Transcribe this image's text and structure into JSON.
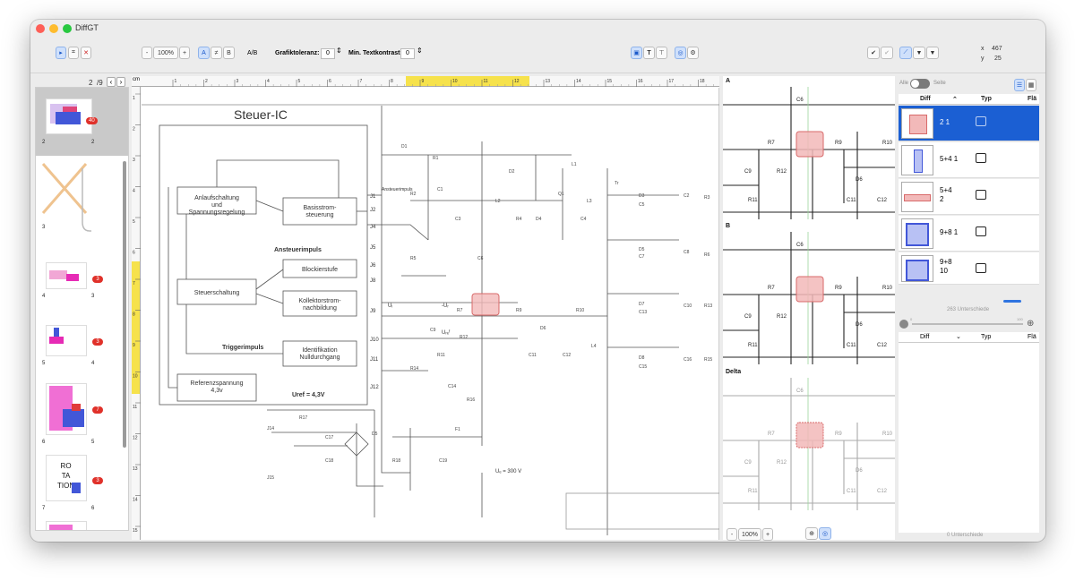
{
  "window": {
    "title": "DiffGT"
  },
  "toolbar": {
    "zoom_minus": "-",
    "zoom_value": "100%",
    "zoom_plus": "+",
    "view_a": "A",
    "view_neq": "≠",
    "view_b": "B",
    "view_ab": "A/B",
    "graphic_tol_label": "Grafiktoleranz:",
    "graphic_tol_value": "0",
    "text_contrast_label": "Min. Textkontrast",
    "text_contrast_value": "0",
    "x_label": "x",
    "x_value": "467",
    "y_label": "y",
    "y_value": "25"
  },
  "thumbs": {
    "page_current": "2",
    "page_total": "/9",
    "rotation_text": "RO\nTA\nTION",
    "pages": [
      {
        "left": "2",
        "right": "2",
        "badge": "40"
      },
      {
        "left": "3",
        "right": "",
        "badge": ""
      },
      {
        "left": "4",
        "right": "3",
        "badge": "3"
      },
      {
        "left": "5",
        "right": "4",
        "badge": "3"
      },
      {
        "left": "6",
        "right": "5",
        "badge": "7"
      },
      {
        "left": "7",
        "right": "6",
        "badge": "3"
      }
    ]
  },
  "ruler": {
    "unit": "cm",
    "ticks": [
      "1",
      "2",
      "3",
      "4",
      "5",
      "6",
      "7",
      "8",
      "9",
      "10",
      "11",
      "12",
      "13",
      "14",
      "15",
      "16",
      "17",
      "18"
    ]
  },
  "schematic": {
    "title": "Steuer-IC",
    "blocks": {
      "anlauf": "Anlaufschaltung\nund\nSpannungsregelung",
      "basis": "Basisstrom-\nsteuerung",
      "ansteuerimpuls": "Ansteuerimpuls",
      "blockier": "Blockierstufe",
      "steuer": "Steuerschaltung",
      "kollektor": "Kollektorstrom-\nnachbildung",
      "trigger": "Triggerimpuls",
      "ident": "Identifikation\nNulldurchgang",
      "referenz": "Referenzspannung\n4,3v",
      "uref": "Uref = 4,3V"
    },
    "pins": [
      "J1",
      "J2",
      "J4",
      "J5",
      "J6",
      "J8",
      "J9",
      "J10",
      "J11",
      "J12"
    ],
    "parts": [
      "D1",
      "R1",
      "D2",
      "L1",
      "C1",
      "R2",
      "L2",
      "C3",
      "R4",
      "D4",
      "Q1",
      "L3",
      "C4",
      "R5",
      "C6",
      "R7",
      "R9",
      "R10",
      "C9",
      "R12",
      "D6",
      "R11",
      "C11",
      "C12",
      "R14",
      "C14",
      "R16",
      "L4",
      "R17",
      "C17",
      "C18",
      "D5",
      "R18",
      "C19",
      "F1",
      "Tr",
      "D3",
      "C5",
      "C2",
      "R3",
      "D5",
      "C7",
      "C8",
      "R6",
      "D7",
      "C13",
      "C10",
      "R13",
      "D8",
      "C15",
      "C16",
      "R15",
      "J14",
      "J15"
    ],
    "labels": {
      "ui": "Uᵢ",
      "uref_small": "-Uᵣ",
      "uref2": "Uᵣₑᶠ",
      "voltage": "Uₑ = 300 V",
      "ansteuer_small": "Ansteuerimpuls"
    }
  },
  "preview": {
    "label_a": "A",
    "label_b": "B",
    "label_delta": "Delta",
    "zoom_minus": "-",
    "zoom_value": "100%",
    "zoom_plus": "+"
  },
  "rightpanel": {
    "alle": "Alle",
    "seite": "Seite",
    "col_diff": "Diff",
    "col_typ": "Typ",
    "col_fl": "Flä",
    "rows": [
      {
        "label": "2 1",
        "selected": true
      },
      {
        "label": "5+4 1",
        "selected": false
      },
      {
        "label": "5+4\n2",
        "selected": false
      },
      {
        "label": "9+8 1",
        "selected": false
      },
      {
        "label": "9+8\n10",
        "selected": false
      }
    ],
    "count_text": "263 Unterschiede",
    "slider_min": "0",
    "slider_max": "100",
    "bottom_text": "0 Unterschiede"
  }
}
